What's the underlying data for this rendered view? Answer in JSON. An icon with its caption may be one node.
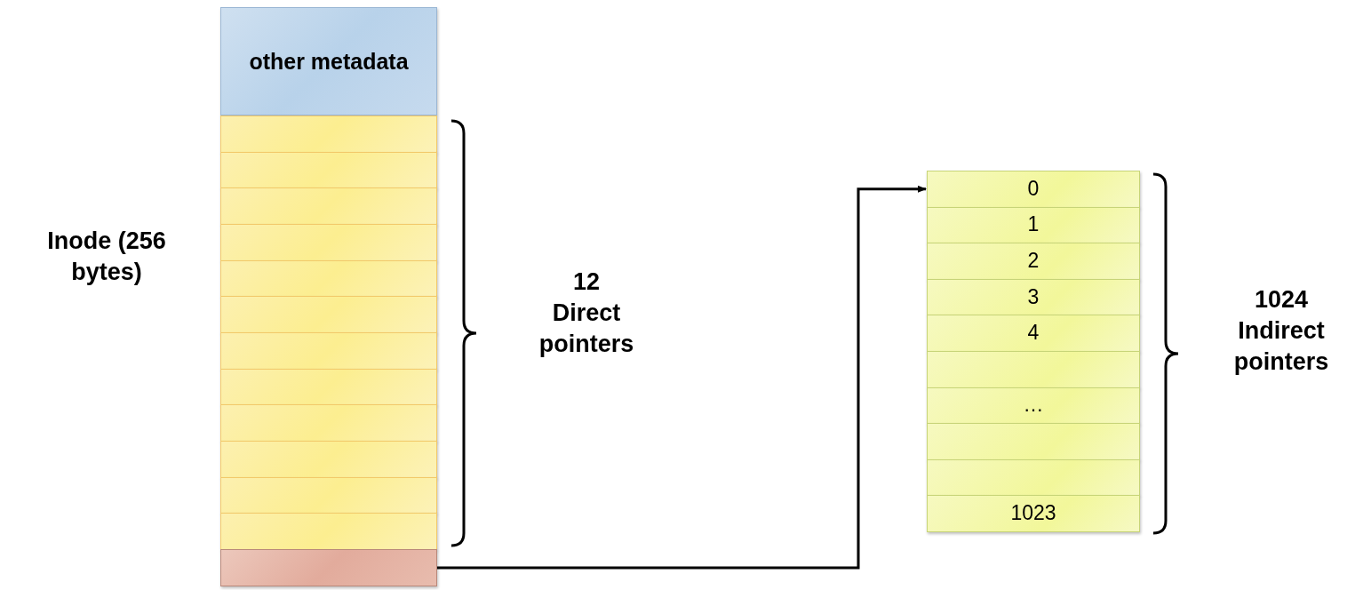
{
  "diagram": {
    "nodes": [
      {
        "text": [
          "other metadata"
        ]
      },
      {
        "text": [],
        "shape": "box"
      },
      {
        "text": [],
        "shape": "box"
      },
      {
        "text": [],
        "shape": "box"
      },
      {
        "text": [],
        "shape": "box"
      },
      {
        "text": [],
        "shape": "box"
      },
      {
        "text": [],
        "shape": "box"
      },
      {
        "text": [],
        "shape": "box"
      },
      {
        "text": [],
        "shape": "box"
      },
      {
        "text": [],
        "shape": "box"
      },
      {
        "text": [],
        "shape": "box"
      },
      {
        "text": [],
        "shape": "box"
      },
      {
        "text": [],
        "shape": "box"
      },
      {
        "text": [],
        "shape": "box"
      },
      {
        "text": [
          "0"
        ]
      },
      {
        "text": [
          "1"
        ]
      },
      {
        "text": [
          "2"
        ]
      },
      {
        "text": [
          "3"
        ]
      },
      {
        "text": [
          "4"
        ]
      },
      {
        "text": [],
        "shape": "box"
      },
      {
        "text": [
          "…"
        ]
      },
      {
        "text": [],
        "shape": "box"
      },
      {
        "text": [],
        "shape": "box"
      },
      {
        "text": [
          "1023"
        ]
      }
    ],
    "edges": [
      {
        "from": 13,
        "to": 14,
        "arrow": "to"
      }
    ],
    "labels": [
      "Inode (256 bytes)",
      "12 Direct pointers",
      "1024 Indirect pointers"
    ]
  }
}
